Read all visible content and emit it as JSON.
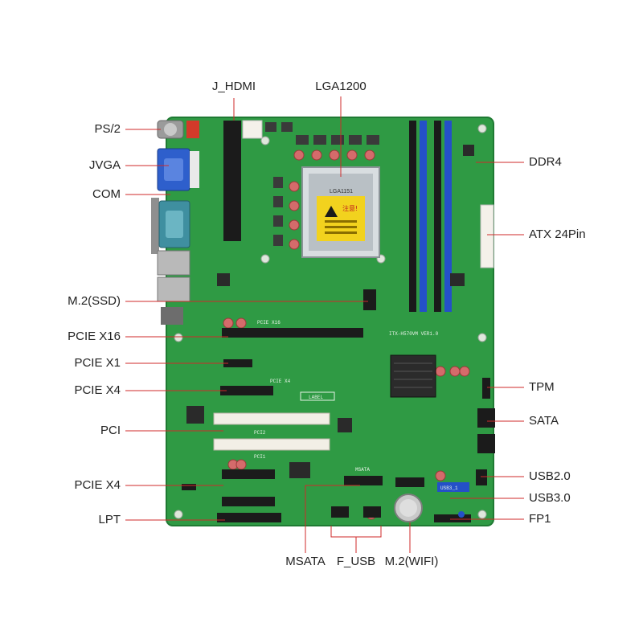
{
  "labels": {
    "j_hdmi": "J_HDMI",
    "lga1200": "LGA1200",
    "ps2": "PS/2",
    "jvga": "JVGA",
    "com": "COM",
    "m2_ssd": "M.2(SSD)",
    "pcie_x16": "PCIE X16",
    "pcie_x1": "PCIE X1",
    "pcie_x4_top": "PCIE X4",
    "pci": "PCI",
    "pcie_x4_bottom": "PCIE X4",
    "lpt": "LPT",
    "ddr4": "DDR4",
    "atx_24pin": "ATX 24Pin",
    "tpm": "TPM",
    "sata": "SATA",
    "usb20": "USB2.0",
    "usb30": "USB3.0",
    "fp1": "FP1",
    "msata": "MSATA",
    "f_usb": "F_USB",
    "m2_wifi": "M.2(WIFI)"
  },
  "board_text": {
    "socket_label": "LGA1151",
    "warning_title": "注意!",
    "pcie_x16_silk": "PCIE X16",
    "model_silk": "ITX-H570VM VER1.0",
    "pcie_x4_silk": "PCIE X4",
    "pci_silk": "PCI2",
    "pci1_silk": "PCI1",
    "msata_silk": "MSATA",
    "label_silk": "LABEL",
    "usb_silk": "USB3_1"
  },
  "colors": {
    "pcb": "#2f9a44",
    "pcb_dark": "#1f7a33",
    "dimm_blue": "#2450c8",
    "dimm_black": "#1a1a1a",
    "slot_black": "#1b1b1b",
    "pci_white": "#f2efe6",
    "leader": "#cf2a2a",
    "vga_blue": "#2e5fcc",
    "com_teal": "#3f8fa0",
    "atx_white": "#f4f1ea"
  }
}
